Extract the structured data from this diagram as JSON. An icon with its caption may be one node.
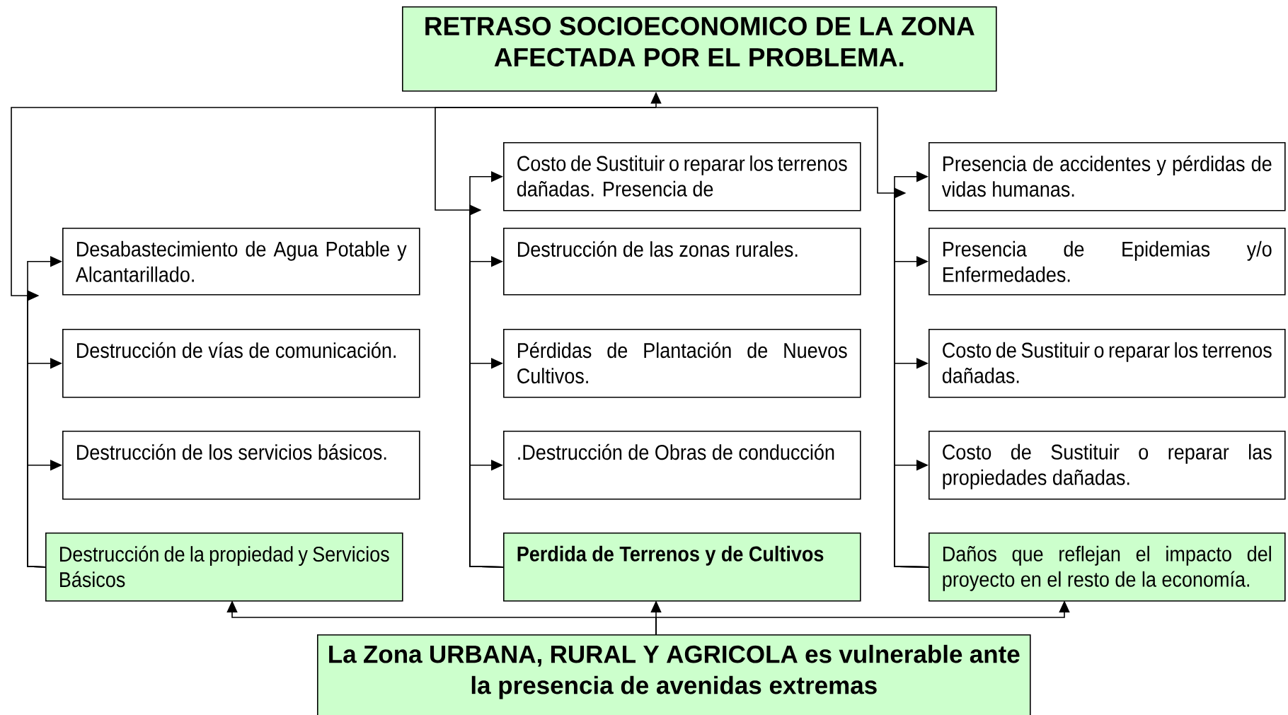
{
  "diagram": {
    "nodes": [
      {
        "text": [
          "RETRASO SOCIOECONOMICO DE LA ZONA AFECTADA POR EL PROBLEMA."
        ]
      },
      {
        "text": [
          "Desabastecimiento de Agua Potable y Alcantarillado."
        ]
      },
      {
        "text": [
          "Destrucción de vías de comunicación."
        ]
      },
      {
        "text": [
          "Destrucción de los servicios básicos."
        ]
      },
      {
        "text": [
          "Destrucción de la propiedad y Servicios Básicos"
        ]
      },
      {
        "text": [
          "Costo de Sustituir o reparar los terrenos dañadas. Presencia de"
        ]
      },
      {
        "text": [
          "Destrucción de las zonas rurales."
        ]
      },
      {
        "text": [
          "Pérdidas de Plantación de Nuevos Cultivos."
        ]
      },
      {
        "text": [
          ".Destrucción de Obras de conducción"
        ]
      },
      {
        "text": [
          "Perdida de Terrenos y de Cultivos"
        ]
      },
      {
        "text": [
          "Presencia de accidentes y pérdidas de vidas humanas."
        ]
      },
      {
        "text": [
          "Presencia de Epidemias y/o Enfermedades."
        ]
      },
      {
        "text": [
          "Costo de Sustituir o reparar los terrenos dañadas."
        ]
      },
      {
        "text": [
          "Costo de Sustituir o reparar las propiedades dañadas."
        ]
      },
      {
        "text": [
          "Daños que reflejan el impacto del proyecto en el resto de la economía."
        ]
      },
      {
        "text": [
          "La Zona URBANA, RURAL Y AGRICOLA es vulnerable ante la presencia de avenidas extremas"
        ]
      }
    ],
    "edges": [
      {
        "from": 4,
        "to": 1,
        "arrow": "to"
      },
      {
        "from": 4,
        "to": 2,
        "arrow": "to"
      },
      {
        "from": 4,
        "to": 3,
        "arrow": "to"
      },
      {
        "from": 9,
        "to": 5,
        "arrow": "to"
      },
      {
        "from": 9,
        "to": 6,
        "arrow": "to"
      },
      {
        "from": 9,
        "to": 7,
        "arrow": "to"
      },
      {
        "from": 9,
        "to": 8,
        "arrow": "to"
      },
      {
        "from": 14,
        "to": 10,
        "arrow": "to"
      },
      {
        "from": 14,
        "to": 11,
        "arrow": "to"
      },
      {
        "from": 14,
        "to": 12,
        "arrow": "to"
      },
      {
        "from": 14,
        "to": 13,
        "arrow": "to"
      },
      {
        "from": 15,
        "to": 4,
        "arrow": "to"
      },
      {
        "from": 15,
        "to": 9,
        "arrow": "to"
      },
      {
        "from": 15,
        "to": 14,
        "arrow": "to"
      },
      {
        "from": 4,
        "to": 0,
        "arrow": "to"
      },
      {
        "from": 9,
        "to": 0,
        "arrow": "to"
      },
      {
        "from": 14,
        "to": 0,
        "arrow": "to"
      }
    ]
  }
}
